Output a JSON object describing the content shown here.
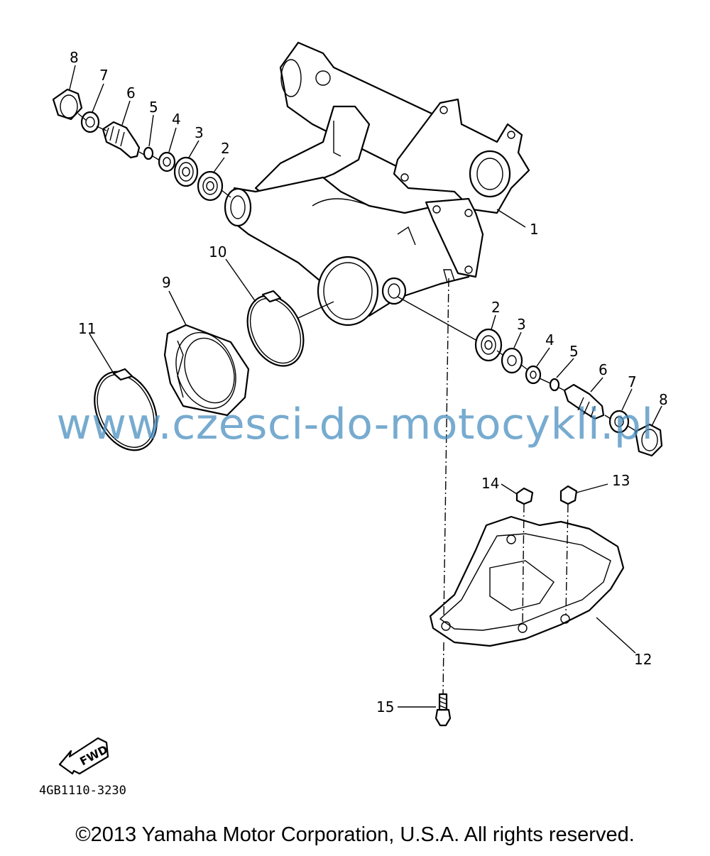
{
  "diagram": {
    "callouts": {
      "c1": "1",
      "c2a": "2",
      "c3a": "3",
      "c4a": "4",
      "c5a": "5",
      "c6a": "6",
      "c7a": "7",
      "c8a": "8",
      "c2b": "2",
      "c3b": "3",
      "c4b": "4",
      "c5b": "5",
      "c6b": "6",
      "c7b": "7",
      "c8b": "8",
      "c9": "9",
      "c10": "10",
      "c11": "11",
      "c12": "12",
      "c13": "13",
      "c14": "14",
      "c15": "15"
    },
    "fwd_label": "FWD",
    "part_code": "4GB1110-3230"
  },
  "watermark": "www.czesci-do-motocykli.pl",
  "copyright": "©2013 Yamaha Motor Corporation, U.S.A. All rights reserved."
}
